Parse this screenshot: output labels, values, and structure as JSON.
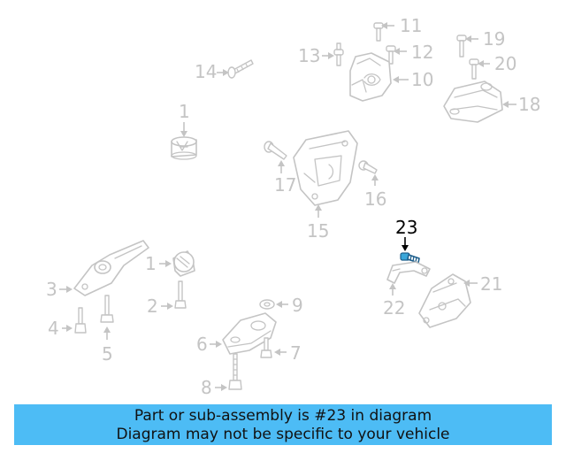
{
  "colors": {
    "banner_bg": "#4dbcf5",
    "highlight": "#3aa6d9",
    "callout_inactive": "#c4c4c4",
    "callout_active": "#000000"
  },
  "diagram": {
    "highlighted_part": "23",
    "callouts": {
      "c1a": "1",
      "c1b": "1",
      "c2": "2",
      "c3": "3",
      "c4": "4",
      "c5": "5",
      "c6": "6",
      "c7": "7",
      "c8": "8",
      "c9": "9",
      "c10": "10",
      "c11": "11",
      "c12": "12",
      "c13": "13",
      "c14": "14",
      "c15": "15",
      "c16": "16",
      "c17": "17",
      "c18": "18",
      "c19": "19",
      "c20": "20",
      "c21": "21",
      "c22": "22",
      "c23": "23"
    }
  },
  "banner": {
    "line1": "Part or sub-assembly is #23 in diagram",
    "line2": "Diagram may not be specific to your vehicle"
  }
}
